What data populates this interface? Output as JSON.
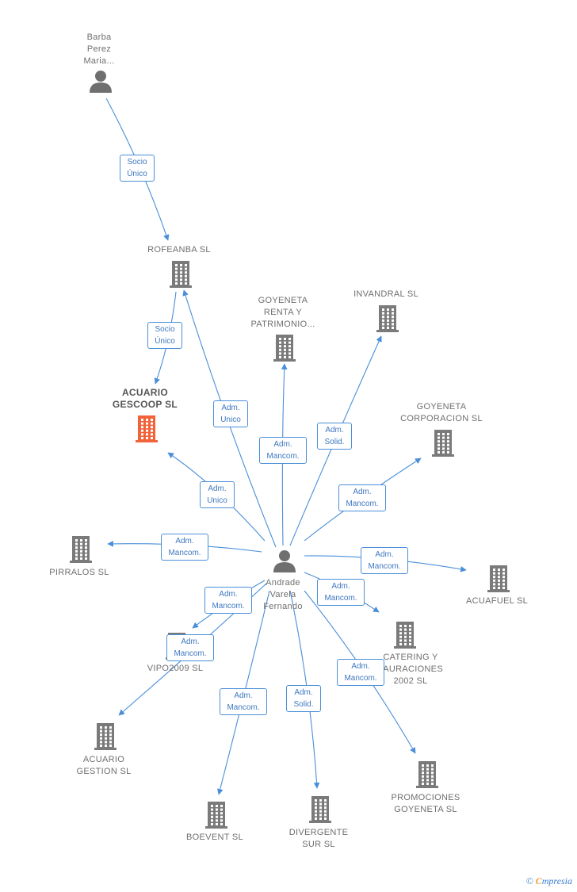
{
  "colors": {
    "edge": "#4a8fd8",
    "company": "#7a7a7a",
    "focus_company": "#f2633a",
    "person": "#6f6f6f"
  },
  "nodes": [
    {
      "id": "barba",
      "type": "person",
      "label": "Barba\nPerez\nMaria..."
    },
    {
      "id": "rofeanba",
      "type": "company",
      "label": "ROFEANBA SL"
    },
    {
      "id": "acuario_gescoop",
      "type": "focus",
      "label": "ACUARIO\nGESCOOP SL"
    },
    {
      "id": "goyeneta_renta",
      "type": "company",
      "label": "GOYENETA\nRENTA Y\nPATRIMONIO..."
    },
    {
      "id": "invandral",
      "type": "company",
      "label": "INVANDRAL SL"
    },
    {
      "id": "goyeneta_corp",
      "type": "company",
      "label": "GOYENETA\nCORPORACION SL"
    },
    {
      "id": "pirralos",
      "type": "company",
      "label": "PIRRALOS SL"
    },
    {
      "id": "andrade",
      "type": "person",
      "label": "Andrade\nVarela\nFernando"
    },
    {
      "id": "acuafuel",
      "type": "company",
      "label": "ACUAFUEL SL"
    },
    {
      "id": "catering",
      "type": "company",
      "label": "CATERING Y\nTAURACIONES\n2002 SL"
    },
    {
      "id": "vipo2009",
      "type": "company",
      "label": "VIPO2009 SL"
    },
    {
      "id": "acuario_gestion",
      "type": "company",
      "label": "ACUARIO\nGESTION SL"
    },
    {
      "id": "boevent",
      "type": "company",
      "label": "BOEVENT SL"
    },
    {
      "id": "divergente",
      "type": "company",
      "label": "DIVERGENTE\nSUR SL"
    },
    {
      "id": "promociones",
      "type": "company",
      "label": "PROMOCIONES\nGOYENETA SL"
    }
  ],
  "edges": [
    {
      "from": "barba",
      "to": "rofeanba",
      "label": "Socio\nÚnico"
    },
    {
      "from": "rofeanba",
      "to": "acuario_gescoop",
      "label": "Socio\nÚnico"
    },
    {
      "from": "andrade",
      "to": "rofeanba",
      "label": "Adm.\nUnico"
    },
    {
      "from": "andrade",
      "to": "acuario_gescoop",
      "label": "Adm.\nUnico"
    },
    {
      "from": "andrade",
      "to": "goyeneta_renta",
      "label": "Adm.\nMancom."
    },
    {
      "from": "andrade",
      "to": "invandral",
      "label": "Adm.\nSolid."
    },
    {
      "from": "andrade",
      "to": "goyeneta_corp",
      "label": "Adm.\nMancom."
    },
    {
      "from": "andrade",
      "to": "pirralos",
      "label": "Adm.\nMancom."
    },
    {
      "from": "andrade",
      "to": "acuafuel",
      "label": "Adm.\nMancom."
    },
    {
      "from": "andrade",
      "to": "catering",
      "label": "Adm.\nMancom."
    },
    {
      "from": "andrade",
      "to": "vipo2009",
      "label": "Adm.\nMancom."
    },
    {
      "from": "andrade",
      "to": "acuario_gestion",
      "label": "Adm.\nMancom."
    },
    {
      "from": "andrade",
      "to": "boevent",
      "label": "Adm.\nMancom."
    },
    {
      "from": "andrade",
      "to": "divergente",
      "label": "Adm.\nSolid."
    },
    {
      "from": "andrade",
      "to": "promociones",
      "label": "Adm.\nMancom."
    }
  ],
  "footer": {
    "copyright": "©",
    "brand_e": "C",
    "brand_rest": "mpresia"
  }
}
